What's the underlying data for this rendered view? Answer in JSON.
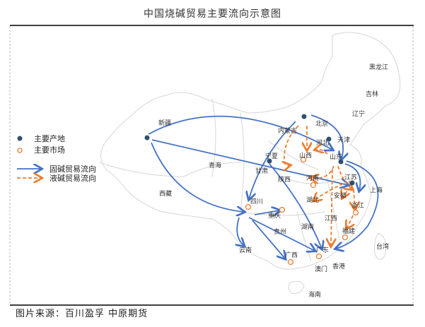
{
  "title": "中国烧碱贸易主要流向示意图",
  "source": "图片来源：百川盈孚 中原期货",
  "legend": {
    "production": "主要产地",
    "market": "主要市场",
    "solid_flow": "固碱贸易流向",
    "liquid_flow": "液碱贸易流向"
  },
  "colors": {
    "solid": "#4472c4",
    "liquid": "#ed7d31",
    "production": "#2f4f6f"
  },
  "provinces": {
    "heilongjiang": "黑龙江",
    "jilin": "吉林",
    "liaoning": "辽宁",
    "xinjiang": "新疆",
    "neimenggu": "内蒙古",
    "beijing": "北京",
    "tianjin": "天津",
    "hebei": "河北",
    "shanxi": "山西",
    "shandong": "山东",
    "ningxia": "宁夏",
    "qinghai": "青海",
    "gansu": "甘肃",
    "shaanxi": "陕西",
    "henan": "河南",
    "jiangsu": "江苏",
    "shanghai": "上海",
    "anhui": "安徽",
    "hubei": "湖北",
    "xizang": "西藏",
    "sichuan": "四川",
    "chongqing": "重庆",
    "zhejiang": "浙江",
    "jiangxi": "江西",
    "hunan": "湖南",
    "guizhou": "贵州",
    "fujian": "福建",
    "yunnan": "云南",
    "guangxi": "广西",
    "guangdong": "广东",
    "taiwan": "台湾",
    "aomen": "澳门",
    "xianggang": "香港",
    "hainan": "海南"
  }
}
